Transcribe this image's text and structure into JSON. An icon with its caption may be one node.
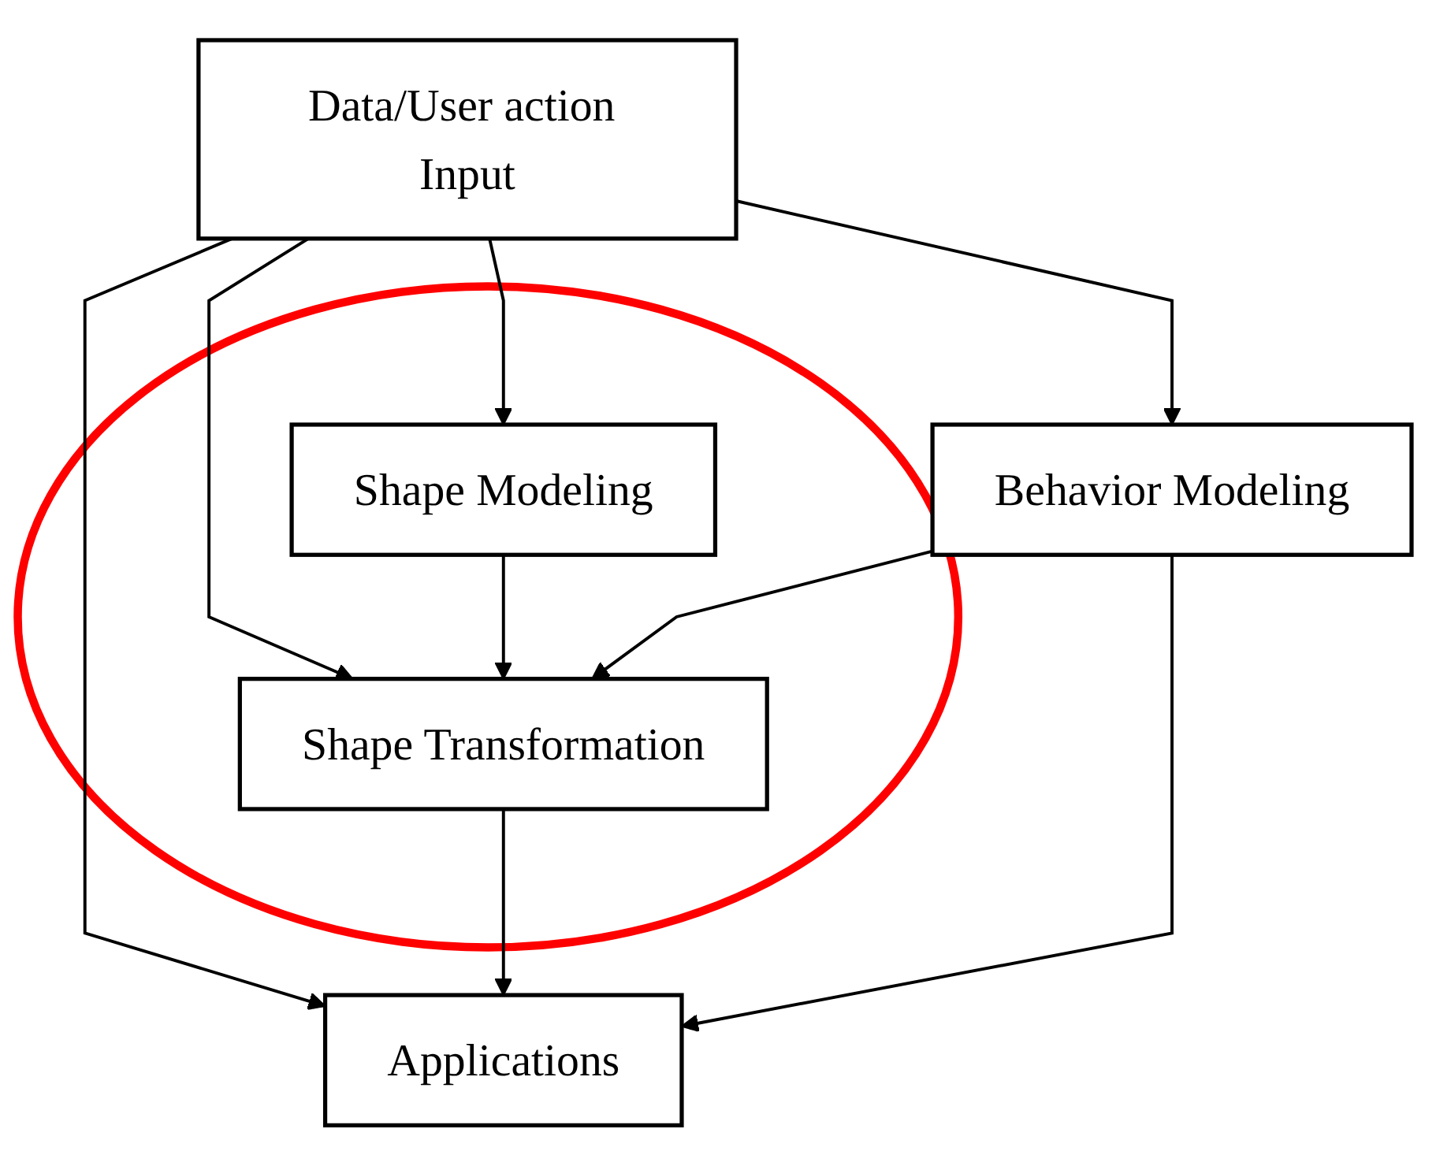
{
  "diagram": {
    "nodes": [
      {
        "text": [
          "Data/User action Input"
        ]
      },
      {
        "text": [],
        "shape": "circle"
      },
      {
        "text": [
          "Shape Modeling"
        ],
        "in": 1
      },
      {
        "text": [
          "Shape Transformation"
        ],
        "in": 1
      },
      {
        "text": [
          "Behavior Modeling"
        ]
      },
      {
        "text": [
          "Applications"
        ]
      }
    ],
    "edges": [
      {
        "from": 0,
        "to": 2,
        "arrow": "to"
      },
      {
        "from": 0,
        "to": 4,
        "arrow": "to"
      },
      {
        "from": 0,
        "to": 3,
        "arrow": "to"
      },
      {
        "from": 0,
        "to": 5,
        "arrow": "to"
      },
      {
        "from": 2,
        "to": 3,
        "arrow": "to"
      },
      {
        "from": 4,
        "to": 3,
        "arrow": "to"
      },
      {
        "from": 3,
        "to": 5,
        "arrow": "to"
      },
      {
        "from": 4,
        "to": 5,
        "arrow": "to"
      }
    ]
  }
}
